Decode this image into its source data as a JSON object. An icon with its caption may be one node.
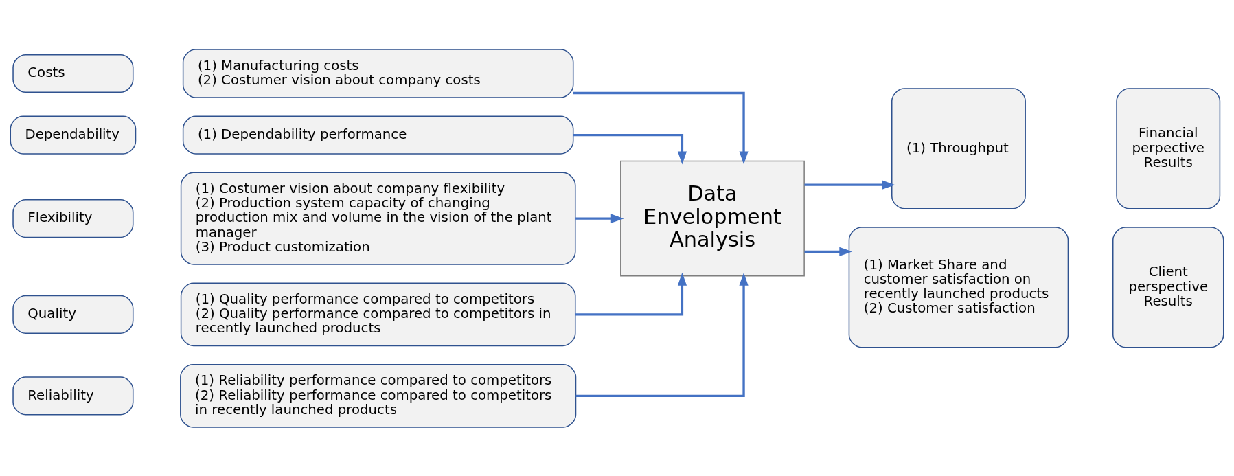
{
  "diagram": {
    "nodes": [
      {
        "text": [
          "Costs"
        ]
      },
      {
        "text": [
          "(1) Manufacturing costs",
          "(2) Costumer vision about company costs"
        ]
      },
      {
        "text": [
          "Dependability"
        ]
      },
      {
        "text": [
          "(1) Dependability performance"
        ]
      },
      {
        "text": [
          "Flexibility"
        ]
      },
      {
        "text": [
          "(1) Costumer vision about company flexibility",
          "(2) Production system capacity of changing production mix and volume in the vision of the plant manager",
          "(3) Product customization"
        ]
      },
      {
        "text": [
          "Quality"
        ]
      },
      {
        "text": [
          "(1) Quality performance compared to competitors",
          "(2) Quality performance compared to competitors in recently launched products"
        ]
      },
      {
        "text": [
          "Reliability"
        ]
      },
      {
        "text": [
          "(1) Reliability performance compared to competitors",
          "(2) Reliability performance compared to competitors in recently launched products"
        ]
      },
      {
        "text": [
          "Data Envelopment Analysis"
        ]
      },
      {
        "text": [
          "(1) Throughput"
        ]
      },
      {
        "text": [
          "Financial perpective Results"
        ]
      },
      {
        "text": [
          "(1) Market Share and customer satisfaction on recently launched products",
          "(2) Customer satisfaction"
        ]
      },
      {
        "text": [
          "Client perspective Results"
        ]
      }
    ],
    "edges": [
      {
        "from": 1,
        "to": 10,
        "arrow": "to"
      },
      {
        "from": 3,
        "to": 10,
        "arrow": "to"
      },
      {
        "from": 5,
        "to": 10,
        "arrow": "to"
      },
      {
        "from": 7,
        "to": 10,
        "arrow": "to"
      },
      {
        "from": 9,
        "to": 10,
        "arrow": "to"
      },
      {
        "from": 10,
        "to": 11,
        "arrow": "to"
      },
      {
        "from": 10,
        "to": 13,
        "arrow": "to"
      }
    ]
  }
}
